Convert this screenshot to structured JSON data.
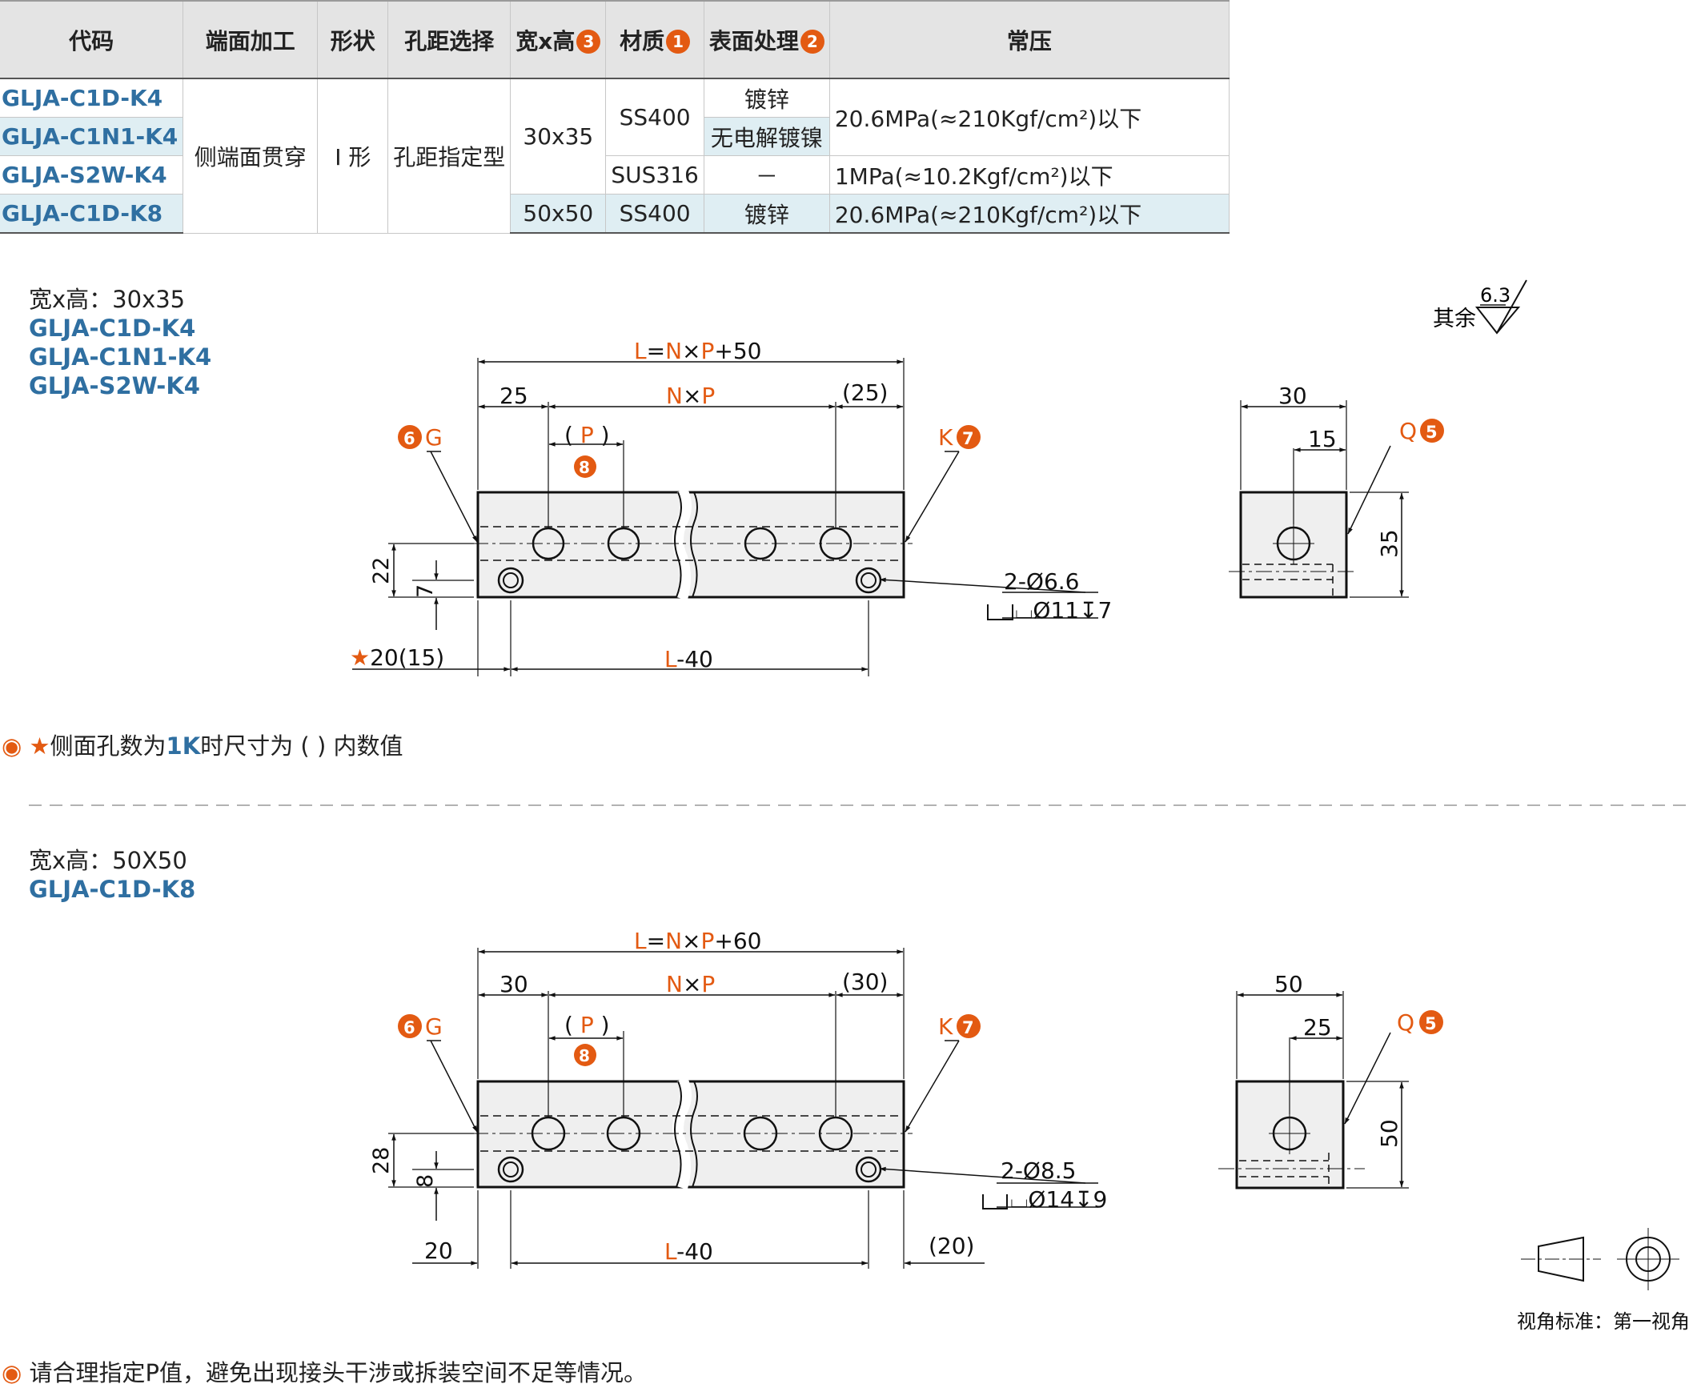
{
  "table": {
    "headers": [
      "代码",
      "端面加工",
      "形状",
      "孔距选择",
      "宽x高",
      "材质",
      "表面处理",
      "常压"
    ],
    "header_badges": {
      "width_height": "3",
      "material": "1",
      "surface": "2"
    },
    "codes": [
      "GLJA-C1D-K4",
      "GLJA-C1N1-K4",
      "GLJA-S2W-K4",
      "GLJA-C1D-K8"
    ],
    "end_machining": "侧端面贯穿",
    "shape": "I 形",
    "pitch_select": "孔距指定型",
    "sizes": [
      "30x35",
      "50x50"
    ],
    "materials": [
      "SS400",
      "SUS316",
      "SS400"
    ],
    "surfaces": [
      "镀锌",
      "无电解镀镍",
      "－",
      "镀锌"
    ],
    "pressures": [
      "20.6MPa(≈210Kgf/cm²)以下",
      "1MPa(≈10.2Kgf/cm²)以下",
      "20.6MPa(≈210Kgf/cm²)以下"
    ]
  },
  "section1": {
    "size_label": "宽x高：30x35",
    "codes": [
      "GLJA-C1D-K4",
      "GLJA-C1N1-K4",
      "GLJA-S2W-K4"
    ],
    "roughness_value": "6.3",
    "roughness_label": "其余",
    "dims": {
      "overall_L": "L",
      "overall_N": "N",
      "overall_P": "P",
      "overall_tail": "+50",
      "left_edge": "25",
      "right_edge": "(25)",
      "pitch_one": "P",
      "height_a": "22",
      "height_b": "7",
      "star_dim": "20(15)",
      "bottom": "-40",
      "hole_spec": "2-Ø6.6",
      "cbore_spec": "⌴Ø11↧7",
      "side_w": "30",
      "side_half": "15",
      "side_h": "35"
    },
    "callouts": {
      "G": "G",
      "K": "K",
      "Q": "Q",
      "b6": "6",
      "b7": "7",
      "b5": "5",
      "b8": "8"
    },
    "note": "★侧面孔数为1K时尺寸为 ( ) 内数值",
    "note_highlight": "1K"
  },
  "section2": {
    "size_label": "宽x高：50X50",
    "codes": [
      "GLJA-C1D-K8"
    ],
    "dims": {
      "overall_L": "L",
      "overall_N": "N",
      "overall_P": "P",
      "overall_tail": "+60",
      "left_edge": "30",
      "right_edge": "(30)",
      "pitch_one": "P",
      "height_a": "28",
      "height_b": "8",
      "left_bottom": "20",
      "right_bottom": "(20)",
      "bottom": "-40",
      "hole_spec": "2-Ø8.5",
      "cbore_spec": "⌴Ø14↧9",
      "side_w": "50",
      "side_half": "25",
      "side_h": "50"
    },
    "callouts": {
      "G": "G",
      "K": "K",
      "Q": "Q",
      "b6": "6",
      "b7": "7",
      "b5": "5",
      "b8": "8"
    }
  },
  "view_standard": "视角标准：第一视角",
  "footer_note": "请合理指定P值，避免出现接头干涉或拆装空间不足等情况。",
  "colors": {
    "accent": "#e35a12",
    "code_blue": "#2f6fa1",
    "header_bg": "#e4e4e4",
    "row_alt": "#dfeef3",
    "part_fill": "#efefef"
  }
}
